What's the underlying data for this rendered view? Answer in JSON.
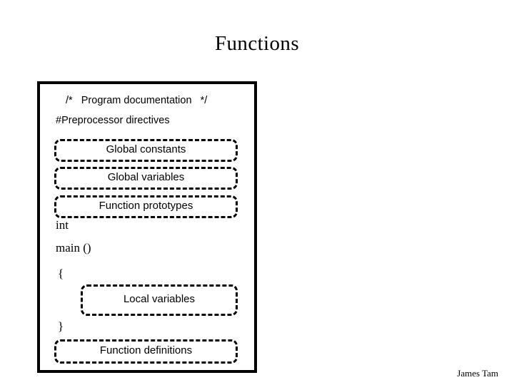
{
  "slide": {
    "title": "Functions",
    "credit": "James Tam",
    "background_color": "#ffffff",
    "foreground_color": "#000000"
  },
  "program_box": {
    "lines": {
      "documentation_comment": "/*   Program documentation   */",
      "preprocessor": "#Preprocessor directives",
      "return_type": "int",
      "main_signature": "main ()",
      "open_brace": "{",
      "close_brace": "}"
    },
    "sections": [
      {
        "id": "global-constants",
        "label": "Global constants"
      },
      {
        "id": "global-variables",
        "label": "Global variables"
      },
      {
        "id": "function-prototypes",
        "label": "Function prototypes"
      },
      {
        "id": "local-variables",
        "label": "Local variables"
      },
      {
        "id": "function-definitions",
        "label": "Function definitions"
      }
    ]
  }
}
